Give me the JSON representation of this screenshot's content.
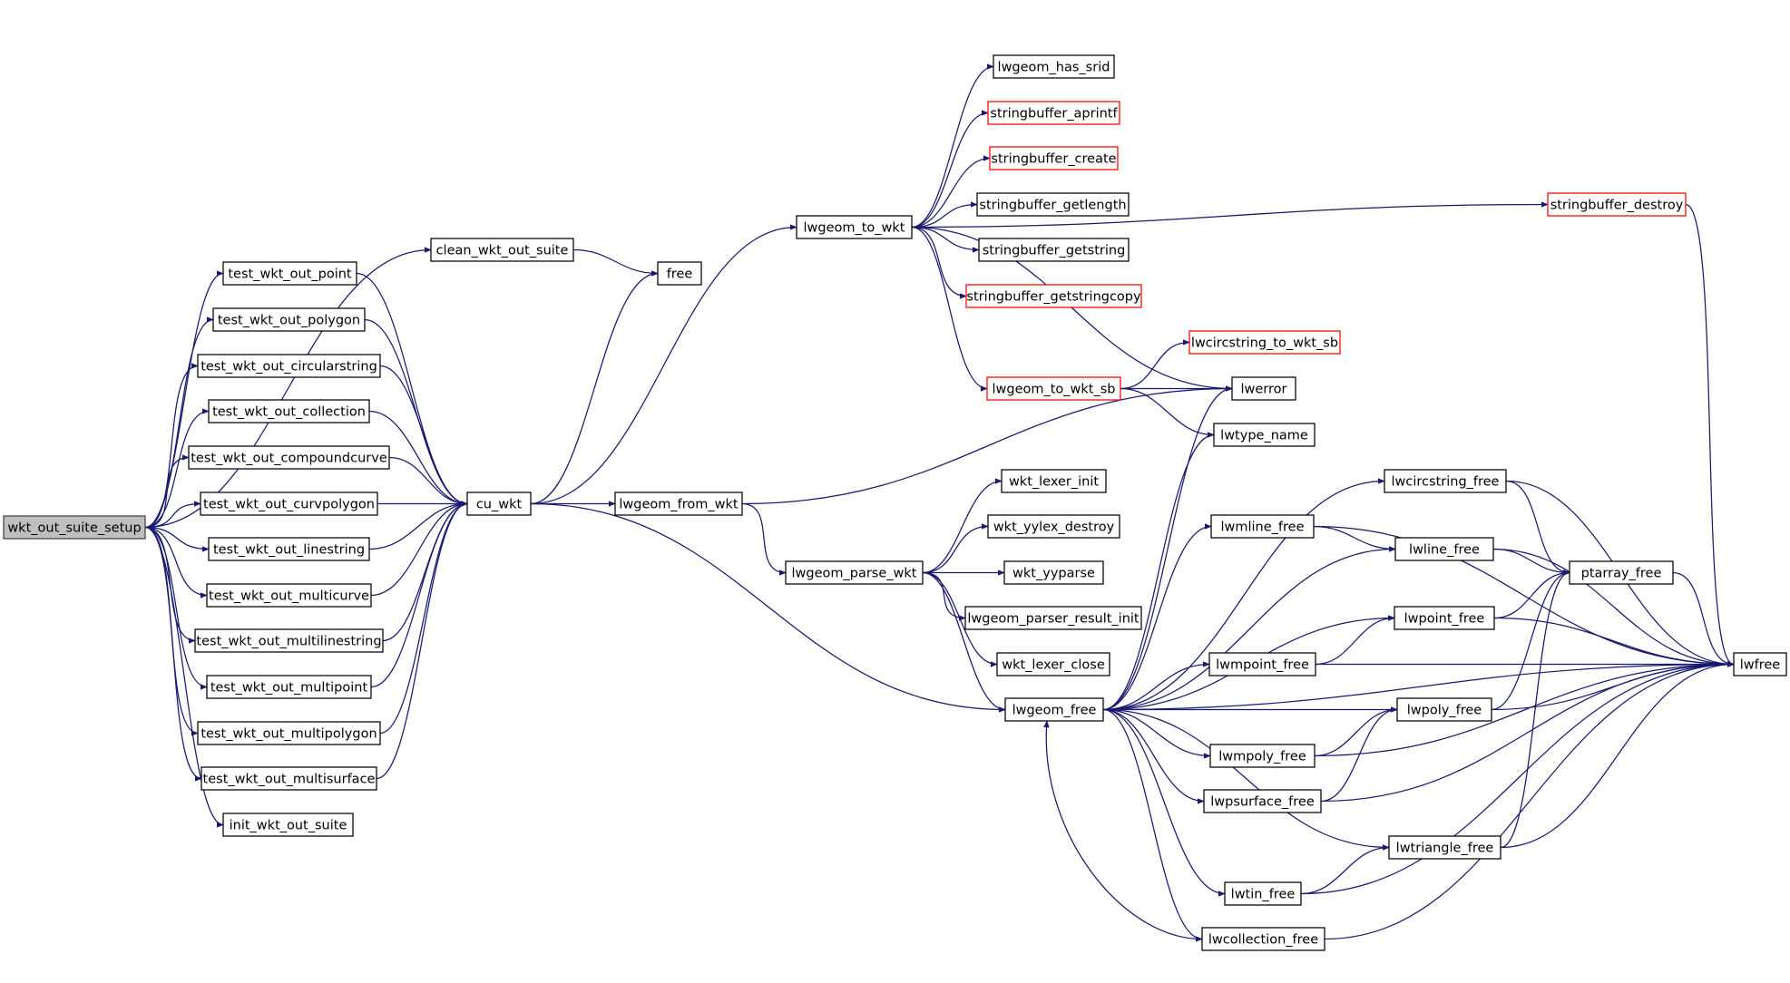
{
  "diagram": {
    "type": "call-graph",
    "root": "wkt_out_suite_setup",
    "colors": {
      "edge": "#191970",
      "node_border": "#000000",
      "truncated_border": "#ff0000",
      "root_fill": "#bfbfbf"
    },
    "nodes": [
      {
        "id": "wkt_out_suite_setup",
        "label": "wkt_out_suite_setup",
        "truncated": false
      },
      {
        "id": "clean_wkt_out_suite",
        "label": "clean_wkt_out_suite",
        "truncated": false
      },
      {
        "id": "test_wkt_out_point",
        "label": "test_wkt_out_point",
        "truncated": false
      },
      {
        "id": "test_wkt_out_polygon",
        "label": "test_wkt_out_polygon",
        "truncated": false
      },
      {
        "id": "test_wkt_out_circularstring",
        "label": "test_wkt_out_circularstring",
        "truncated": false
      },
      {
        "id": "test_wkt_out_collection",
        "label": "test_wkt_out_collection",
        "truncated": false
      },
      {
        "id": "test_wkt_out_compoundcurve",
        "label": "test_wkt_out_compoundcurve",
        "truncated": false
      },
      {
        "id": "test_wkt_out_curvpolygon",
        "label": "test_wkt_out_curvpolygon",
        "truncated": false
      },
      {
        "id": "test_wkt_out_linestring",
        "label": "test_wkt_out_linestring",
        "truncated": false
      },
      {
        "id": "test_wkt_out_multicurve",
        "label": "test_wkt_out_multicurve",
        "truncated": false
      },
      {
        "id": "test_wkt_out_multilinestring",
        "label": "test_wkt_out_multilinestring",
        "truncated": false
      },
      {
        "id": "test_wkt_out_multipoint",
        "label": "test_wkt_out_multipoint",
        "truncated": false
      },
      {
        "id": "test_wkt_out_multipolygon",
        "label": "test_wkt_out_multipolygon",
        "truncated": false
      },
      {
        "id": "test_wkt_out_multisurface",
        "label": "test_wkt_out_multisurface",
        "truncated": false
      },
      {
        "id": "init_wkt_out_suite",
        "label": "init_wkt_out_suite",
        "truncated": false
      },
      {
        "id": "free",
        "label": "free",
        "truncated": false
      },
      {
        "id": "cu_wkt",
        "label": "cu_wkt",
        "truncated": false
      },
      {
        "id": "lwgeom_to_wkt",
        "label": "lwgeom_to_wkt",
        "truncated": false
      },
      {
        "id": "lwgeom_from_wkt",
        "label": "lwgeom_from_wkt",
        "truncated": false
      },
      {
        "id": "lwgeom_parse_wkt",
        "label": "lwgeom_parse_wkt",
        "truncated": false
      },
      {
        "id": "lwgeom_has_srid",
        "label": "lwgeom_has_srid",
        "truncated": false
      },
      {
        "id": "stringbuffer_aprintf",
        "label": "stringbuffer_aprintf",
        "truncated": true
      },
      {
        "id": "stringbuffer_create",
        "label": "stringbuffer_create",
        "truncated": true
      },
      {
        "id": "stringbuffer_getlength",
        "label": "stringbuffer_getlength",
        "truncated": false
      },
      {
        "id": "stringbuffer_getstring",
        "label": "stringbuffer_getstring",
        "truncated": false
      },
      {
        "id": "stringbuffer_getstringcopy",
        "label": "stringbuffer_getstringcopy",
        "truncated": true
      },
      {
        "id": "lwgeom_to_wkt_sb",
        "label": "lwgeom_to_wkt_sb",
        "truncated": true
      },
      {
        "id": "wkt_lexer_init",
        "label": "wkt_lexer_init",
        "truncated": false
      },
      {
        "id": "wkt_yylex_destroy",
        "label": "wkt_yylex_destroy",
        "truncated": false
      },
      {
        "id": "wkt_yyparse",
        "label": "wkt_yyparse",
        "truncated": false
      },
      {
        "id": "lwgeom_parser_result_init",
        "label": "lwgeom_parser_result_init",
        "truncated": false
      },
      {
        "id": "wkt_lexer_close",
        "label": "wkt_lexer_close",
        "truncated": false
      },
      {
        "id": "lwgeom_free",
        "label": "lwgeom_free",
        "truncated": false
      },
      {
        "id": "lwcircstring_to_wkt_sb",
        "label": "lwcircstring_to_wkt_sb",
        "truncated": true
      },
      {
        "id": "lwerror",
        "label": "lwerror",
        "truncated": false
      },
      {
        "id": "lwtype_name",
        "label": "lwtype_name",
        "truncated": false
      },
      {
        "id": "stringbuffer_destroy",
        "label": "stringbuffer_destroy",
        "truncated": true
      },
      {
        "id": "lwcircstring_free",
        "label": "lwcircstring_free",
        "truncated": false
      },
      {
        "id": "lwmline_free",
        "label": "lwmline_free",
        "truncated": false
      },
      {
        "id": "lwline_free",
        "label": "lwline_free",
        "truncated": false
      },
      {
        "id": "ptarray_free",
        "label": "ptarray_free",
        "truncated": false
      },
      {
        "id": "lwpoint_free",
        "label": "lwpoint_free",
        "truncated": false
      },
      {
        "id": "lwmpoint_free",
        "label": "lwmpoint_free",
        "truncated": false
      },
      {
        "id": "lwfree",
        "label": "lwfree",
        "truncated": false
      },
      {
        "id": "lwpoly_free",
        "label": "lwpoly_free",
        "truncated": false
      },
      {
        "id": "lwmpoly_free",
        "label": "lwmpoly_free",
        "truncated": false
      },
      {
        "id": "lwpsurface_free",
        "label": "lwpsurface_free",
        "truncated": false
      },
      {
        "id": "lwtriangle_free",
        "label": "lwtriangle_free",
        "truncated": false
      },
      {
        "id": "lwtin_free",
        "label": "lwtin_free",
        "truncated": false
      },
      {
        "id": "lwcollection_free",
        "label": "lwcollection_free",
        "truncated": false
      }
    ],
    "edges": [
      [
        "wkt_out_suite_setup",
        "clean_wkt_out_suite"
      ],
      [
        "wkt_out_suite_setup",
        "test_wkt_out_point"
      ],
      [
        "wkt_out_suite_setup",
        "test_wkt_out_polygon"
      ],
      [
        "wkt_out_suite_setup",
        "test_wkt_out_circularstring"
      ],
      [
        "wkt_out_suite_setup",
        "test_wkt_out_collection"
      ],
      [
        "wkt_out_suite_setup",
        "test_wkt_out_compoundcurve"
      ],
      [
        "wkt_out_suite_setup",
        "test_wkt_out_curvpolygon"
      ],
      [
        "wkt_out_suite_setup",
        "test_wkt_out_linestring"
      ],
      [
        "wkt_out_suite_setup",
        "test_wkt_out_multicurve"
      ],
      [
        "wkt_out_suite_setup",
        "test_wkt_out_multilinestring"
      ],
      [
        "wkt_out_suite_setup",
        "test_wkt_out_multipoint"
      ],
      [
        "wkt_out_suite_setup",
        "test_wkt_out_multipolygon"
      ],
      [
        "wkt_out_suite_setup",
        "test_wkt_out_multisurface"
      ],
      [
        "wkt_out_suite_setup",
        "init_wkt_out_suite"
      ],
      [
        "clean_wkt_out_suite",
        "free"
      ],
      [
        "test_wkt_out_point",
        "cu_wkt"
      ],
      [
        "test_wkt_out_polygon",
        "cu_wkt"
      ],
      [
        "test_wkt_out_circularstring",
        "cu_wkt"
      ],
      [
        "test_wkt_out_collection",
        "cu_wkt"
      ],
      [
        "test_wkt_out_compoundcurve",
        "cu_wkt"
      ],
      [
        "test_wkt_out_curvpolygon",
        "cu_wkt"
      ],
      [
        "test_wkt_out_linestring",
        "cu_wkt"
      ],
      [
        "test_wkt_out_multicurve",
        "cu_wkt"
      ],
      [
        "test_wkt_out_multilinestring",
        "cu_wkt"
      ],
      [
        "test_wkt_out_multipoint",
        "cu_wkt"
      ],
      [
        "test_wkt_out_multipolygon",
        "cu_wkt"
      ],
      [
        "test_wkt_out_multisurface",
        "cu_wkt"
      ],
      [
        "cu_wkt",
        "free"
      ],
      [
        "cu_wkt",
        "lwgeom_to_wkt"
      ],
      [
        "cu_wkt",
        "lwgeom_from_wkt"
      ],
      [
        "cu_wkt",
        "lwgeom_free"
      ],
      [
        "lwgeom_to_wkt",
        "lwgeom_has_srid"
      ],
      [
        "lwgeom_to_wkt",
        "stringbuffer_aprintf"
      ],
      [
        "lwgeom_to_wkt",
        "stringbuffer_create"
      ],
      [
        "lwgeom_to_wkt",
        "stringbuffer_getlength"
      ],
      [
        "lwgeom_to_wkt",
        "stringbuffer_getstring"
      ],
      [
        "lwgeom_to_wkt",
        "stringbuffer_getstringcopy"
      ],
      [
        "lwgeom_to_wkt",
        "lwgeom_to_wkt_sb"
      ],
      [
        "lwgeom_to_wkt",
        "lwerror"
      ],
      [
        "lwgeom_to_wkt",
        "stringbuffer_destroy"
      ],
      [
        "lwgeom_from_wkt",
        "lwgeom_parse_wkt"
      ],
      [
        "lwgeom_from_wkt",
        "lwerror"
      ],
      [
        "lwgeom_parse_wkt",
        "wkt_lexer_init"
      ],
      [
        "lwgeom_parse_wkt",
        "wkt_yylex_destroy"
      ],
      [
        "lwgeom_parse_wkt",
        "wkt_yyparse"
      ],
      [
        "lwgeom_parse_wkt",
        "lwgeom_parser_result_init"
      ],
      [
        "lwgeom_parse_wkt",
        "wkt_lexer_close"
      ],
      [
        "lwgeom_parse_wkt",
        "lwgeom_free"
      ],
      [
        "lwgeom_to_wkt_sb",
        "lwcircstring_to_wkt_sb"
      ],
      [
        "lwgeom_to_wkt_sb",
        "lwerror"
      ],
      [
        "lwgeom_to_wkt_sb",
        "lwtype_name"
      ],
      [
        "lwgeom_free",
        "lwerror"
      ],
      [
        "lwgeom_free",
        "lwtype_name"
      ],
      [
        "lwgeom_free",
        "lwfree"
      ],
      [
        "lwgeom_free",
        "lwcircstring_free"
      ],
      [
        "lwgeom_free",
        "lwmline_free"
      ],
      [
        "lwgeom_free",
        "lwline_free"
      ],
      [
        "lwgeom_free",
        "lwpoint_free"
      ],
      [
        "lwgeom_free",
        "lwmpoint_free"
      ],
      [
        "lwgeom_free",
        "lwpoly_free"
      ],
      [
        "lwgeom_free",
        "lwmpoly_free"
      ],
      [
        "lwgeom_free",
        "lwpsurface_free"
      ],
      [
        "lwgeom_free",
        "lwtriangle_free"
      ],
      [
        "lwgeom_free",
        "lwtin_free"
      ],
      [
        "lwgeom_free",
        "lwcollection_free"
      ],
      [
        "lwcircstring_free",
        "ptarray_free"
      ],
      [
        "lwcircstring_free",
        "lwfree"
      ],
      [
        "lwmline_free",
        "lwline_free"
      ],
      [
        "lwmline_free",
        "lwfree"
      ],
      [
        "lwline_free",
        "ptarray_free"
      ],
      [
        "lwline_free",
        "lwfree"
      ],
      [
        "ptarray_free",
        "lwfree"
      ],
      [
        "lwpoint_free",
        "ptarray_free"
      ],
      [
        "lwpoint_free",
        "lwfree"
      ],
      [
        "lwmpoint_free",
        "lwpoint_free"
      ],
      [
        "lwmpoint_free",
        "lwfree"
      ],
      [
        "lwpoly_free",
        "ptarray_free"
      ],
      [
        "lwpoly_free",
        "lwfree"
      ],
      [
        "lwmpoly_free",
        "lwpoly_free"
      ],
      [
        "lwmpoly_free",
        "lwfree"
      ],
      [
        "lwpsurface_free",
        "lwpoly_free"
      ],
      [
        "lwpsurface_free",
        "lwfree"
      ],
      [
        "lwtriangle_free",
        "ptarray_free"
      ],
      [
        "lwtriangle_free",
        "lwfree"
      ],
      [
        "lwtin_free",
        "lwtriangle_free"
      ],
      [
        "lwtin_free",
        "lwfree"
      ],
      [
        "lwcollection_free",
        "lwgeom_free"
      ],
      [
        "lwcollection_free",
        "lwfree"
      ],
      [
        "stringbuffer_destroy",
        "lwfree"
      ]
    ]
  }
}
